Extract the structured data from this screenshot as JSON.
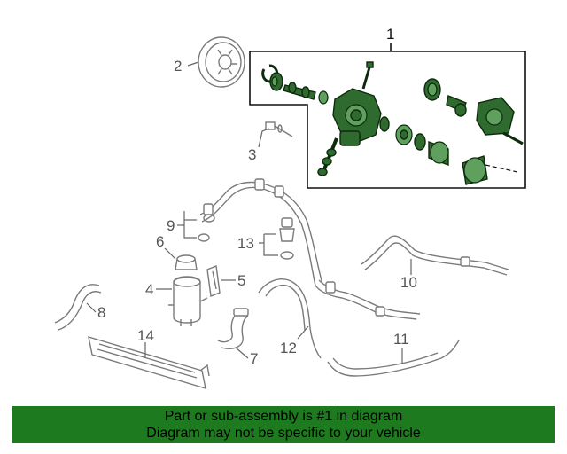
{
  "callouts": {
    "c1": "1",
    "c2": "2",
    "c3": "3",
    "c4": "4",
    "c5": "5",
    "c6": "6",
    "c7": "7",
    "c8": "8",
    "c9": "9",
    "c10": "10",
    "c11": "11",
    "c12": "12",
    "c13": "13",
    "c14": "14"
  },
  "footer": {
    "line1": "Part or sub-assembly is #1 in diagram",
    "line2": "Diagram may not be specific to your vehicle",
    "background": "#1e7a1e"
  },
  "colors": {
    "highlight_part": "#2f6b2f",
    "other_parts": "#7a7a7a"
  }
}
